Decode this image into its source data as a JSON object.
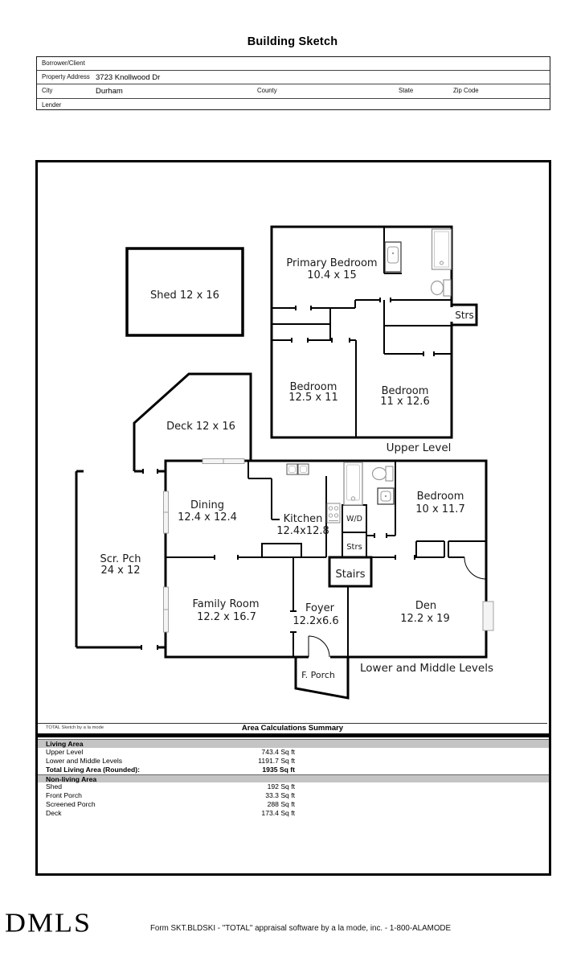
{
  "page_title": "Building Sketch",
  "form": {
    "borrower_label": "Borrower/Client",
    "property_label": "Property Address",
    "property_value": "3723 Knollwood Dr",
    "city_label": "City",
    "city_value": "Durham",
    "county_label": "County",
    "state_label": "State",
    "zip_label": "Zip Code",
    "lender_label": "Lender"
  },
  "sketch": {
    "shed_label": "Shed 12 x 16",
    "upper_level": {
      "primary_bedroom_1": "Primary Bedroom",
      "primary_bedroom_2": "10.4 x 15",
      "bedroom_a_1": "Bedroom",
      "bedroom_a_2": "12.5 x 11",
      "bedroom_b_1": "Bedroom",
      "bedroom_b_2": "11 x 12.6",
      "stairs_abbr": "Strs",
      "caption": "Upper Level"
    },
    "main_level": {
      "deck_label": "Deck 12 x 16",
      "screened_porch_1": "Scr. Pch",
      "screened_porch_2": "24 x 12",
      "dining_1": "Dining",
      "dining_2": "12.4 x 12.4",
      "kitchen_1": "Kitchen",
      "kitchen_2": "12.4x12.8",
      "washer_dryer": "W/D",
      "stairs_abbr": "Strs",
      "stairs": "Stairs",
      "bedroom_1": "Bedroom",
      "bedroom_2": "10 x 11.7",
      "family_room_1": "Family Room",
      "family_room_2": "12.2 x 16.7",
      "foyer_1": "Foyer",
      "foyer_2": "12.2x6.6",
      "den_1": "Den",
      "den_2": "12.2 x 19",
      "front_porch": "F. Porch",
      "caption": "Lower and Middle Levels"
    }
  },
  "summary": {
    "watermark": "TOTAL Sketch by a la mode",
    "title": "Area Calculations Summary",
    "sections": [
      {
        "header": "Living Area",
        "rows": [
          {
            "label": "Upper Level",
            "value": "743.4 Sq ft"
          },
          {
            "label": "Lower and Middle Levels",
            "value": "1191.7 Sq ft"
          },
          {
            "label": "Total Living Area (Rounded):",
            "value": "1935 Sq ft"
          }
        ]
      },
      {
        "header": "Non-living Area",
        "rows": [
          {
            "label": "Shed",
            "value": "192 Sq ft"
          },
          {
            "label": "Front Porch",
            "value": "33.3 Sq ft"
          },
          {
            "label": "Screened Porch",
            "value": "288 Sq ft"
          },
          {
            "label": "Deck",
            "value": "173.4 Sq ft"
          }
        ]
      }
    ]
  },
  "footer": {
    "logo": "DMLS",
    "form_line": "Form SKT.BLDSKI - \"TOTAL\" appraisal software by a la mode, inc. - 1-800-ALAMODE"
  }
}
